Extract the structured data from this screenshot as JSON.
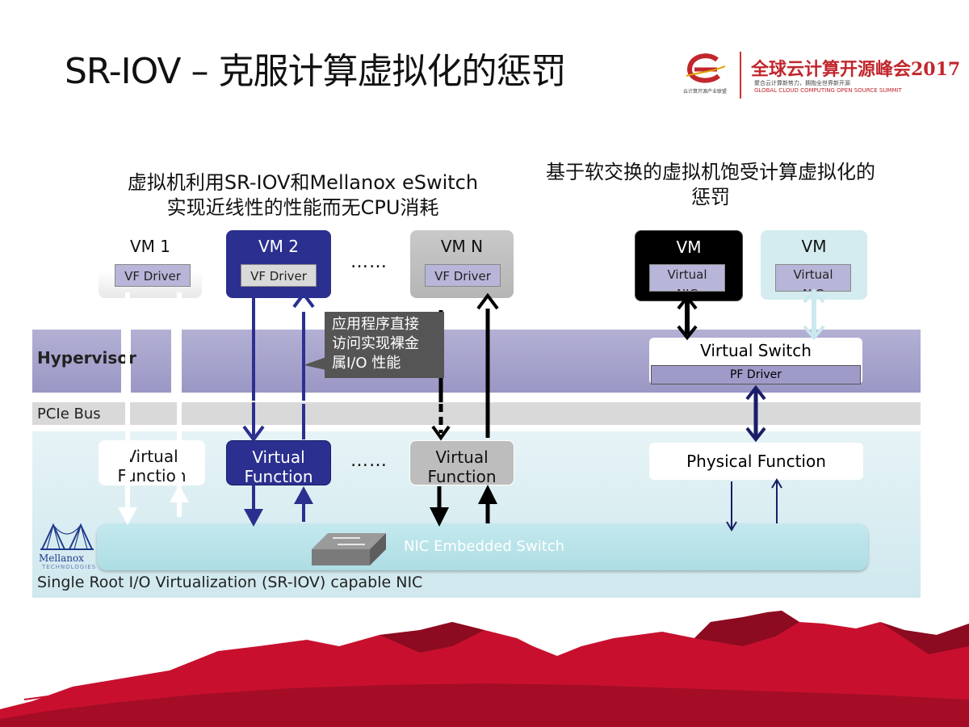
{
  "title": "SR-IOV – 克服计算虚拟化的惩罚",
  "logo": {
    "event_name": "全球云计算开源峰会2017",
    "tagline": "聚合云计算新势力，拥抱全世界新开源",
    "english": "GLOBAL CLOUD COMPUTING OPEN SOURCE SUMMIT",
    "org_name": "云计算开源产业联盟"
  },
  "left_heading": [
    "虚拟机利用SR-IOV和Mellanox eSwitch",
    "实现近线性的性能而无CPU消耗"
  ],
  "right_heading": [
    "基于软交换的虚拟机饱受计算虚拟化的",
    "惩罚"
  ],
  "layers": {
    "hypervisor": "Hypervisor",
    "pcie": "PCIe Bus",
    "nic": "Single Root I/O Virtualization (SR-IOV) capable NIC"
  },
  "left_vms": [
    {
      "label": "VM 1",
      "driver": "VF Driver"
    },
    {
      "label": "VM 2",
      "driver": "VF Driver"
    },
    {
      "label": "VM N",
      "driver": "VF Driver"
    }
  ],
  "ellipsis": "……",
  "callout": [
    "应用程序直接",
    "访问实现裸金",
    "属I/O 性能"
  ],
  "virtual_functions": [
    {
      "line1": "Virtual",
      "line2": "Function"
    },
    {
      "line1": "Virtual",
      "line2": "Function"
    },
    {
      "line1": "Virtual",
      "line2": "Function"
    }
  ],
  "right_vms": [
    {
      "label": "VM",
      "nic_line1": "Virtual",
      "nic_line2": "NIC"
    },
    {
      "label": "VM",
      "nic_line1": "Virtual",
      "nic_line2": "NIC"
    }
  ],
  "virtual_switch": "Virtual Switch",
  "pf_driver": "PF Driver",
  "physical_function": "Physical Function",
  "nic_switch": "NIC Embedded Switch",
  "mellanox": "Mellanox",
  "mellanox_sub": "TECHNOLOGIES",
  "colors": {
    "vm2_blue": "#2b2f8f",
    "hypervisor_band": "#9a97c5",
    "pcie_band": "#d9d9d9",
    "nic_band": "#d6ecf1",
    "mountain_red": "#c8102e",
    "logo_red": "#c1272d"
  }
}
